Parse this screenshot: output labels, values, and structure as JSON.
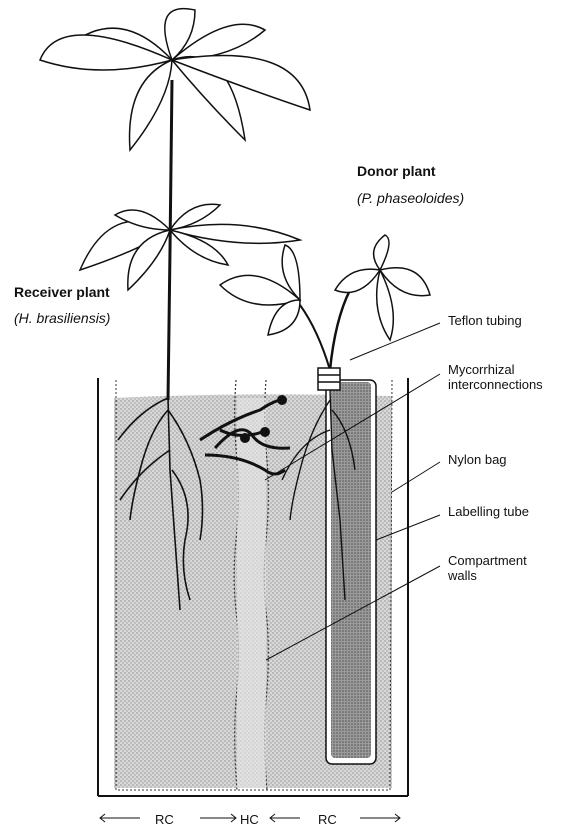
{
  "labels": {
    "donor_title": "Donor plant",
    "donor_species": "(P. phaseoloides)",
    "receiver_title": "Receiver plant",
    "receiver_species": "(H. brasiliensis)",
    "teflon": "Teflon tubing",
    "mycorrhizal_line1": "Mycorrhizal",
    "mycorrhizal_line2": "interconnections",
    "nylon": "Nylon bag",
    "labelling": "Labelling tube",
    "walls_line1": "Compartment",
    "walls_line2": "walls"
  },
  "compartments": {
    "left": "RC",
    "middle": "HC",
    "right": "RC"
  },
  "colors": {
    "ink": "#111111",
    "soil": "#c9c9c9",
    "tube": "#8a8a8a",
    "leaf": "#ffffff"
  }
}
